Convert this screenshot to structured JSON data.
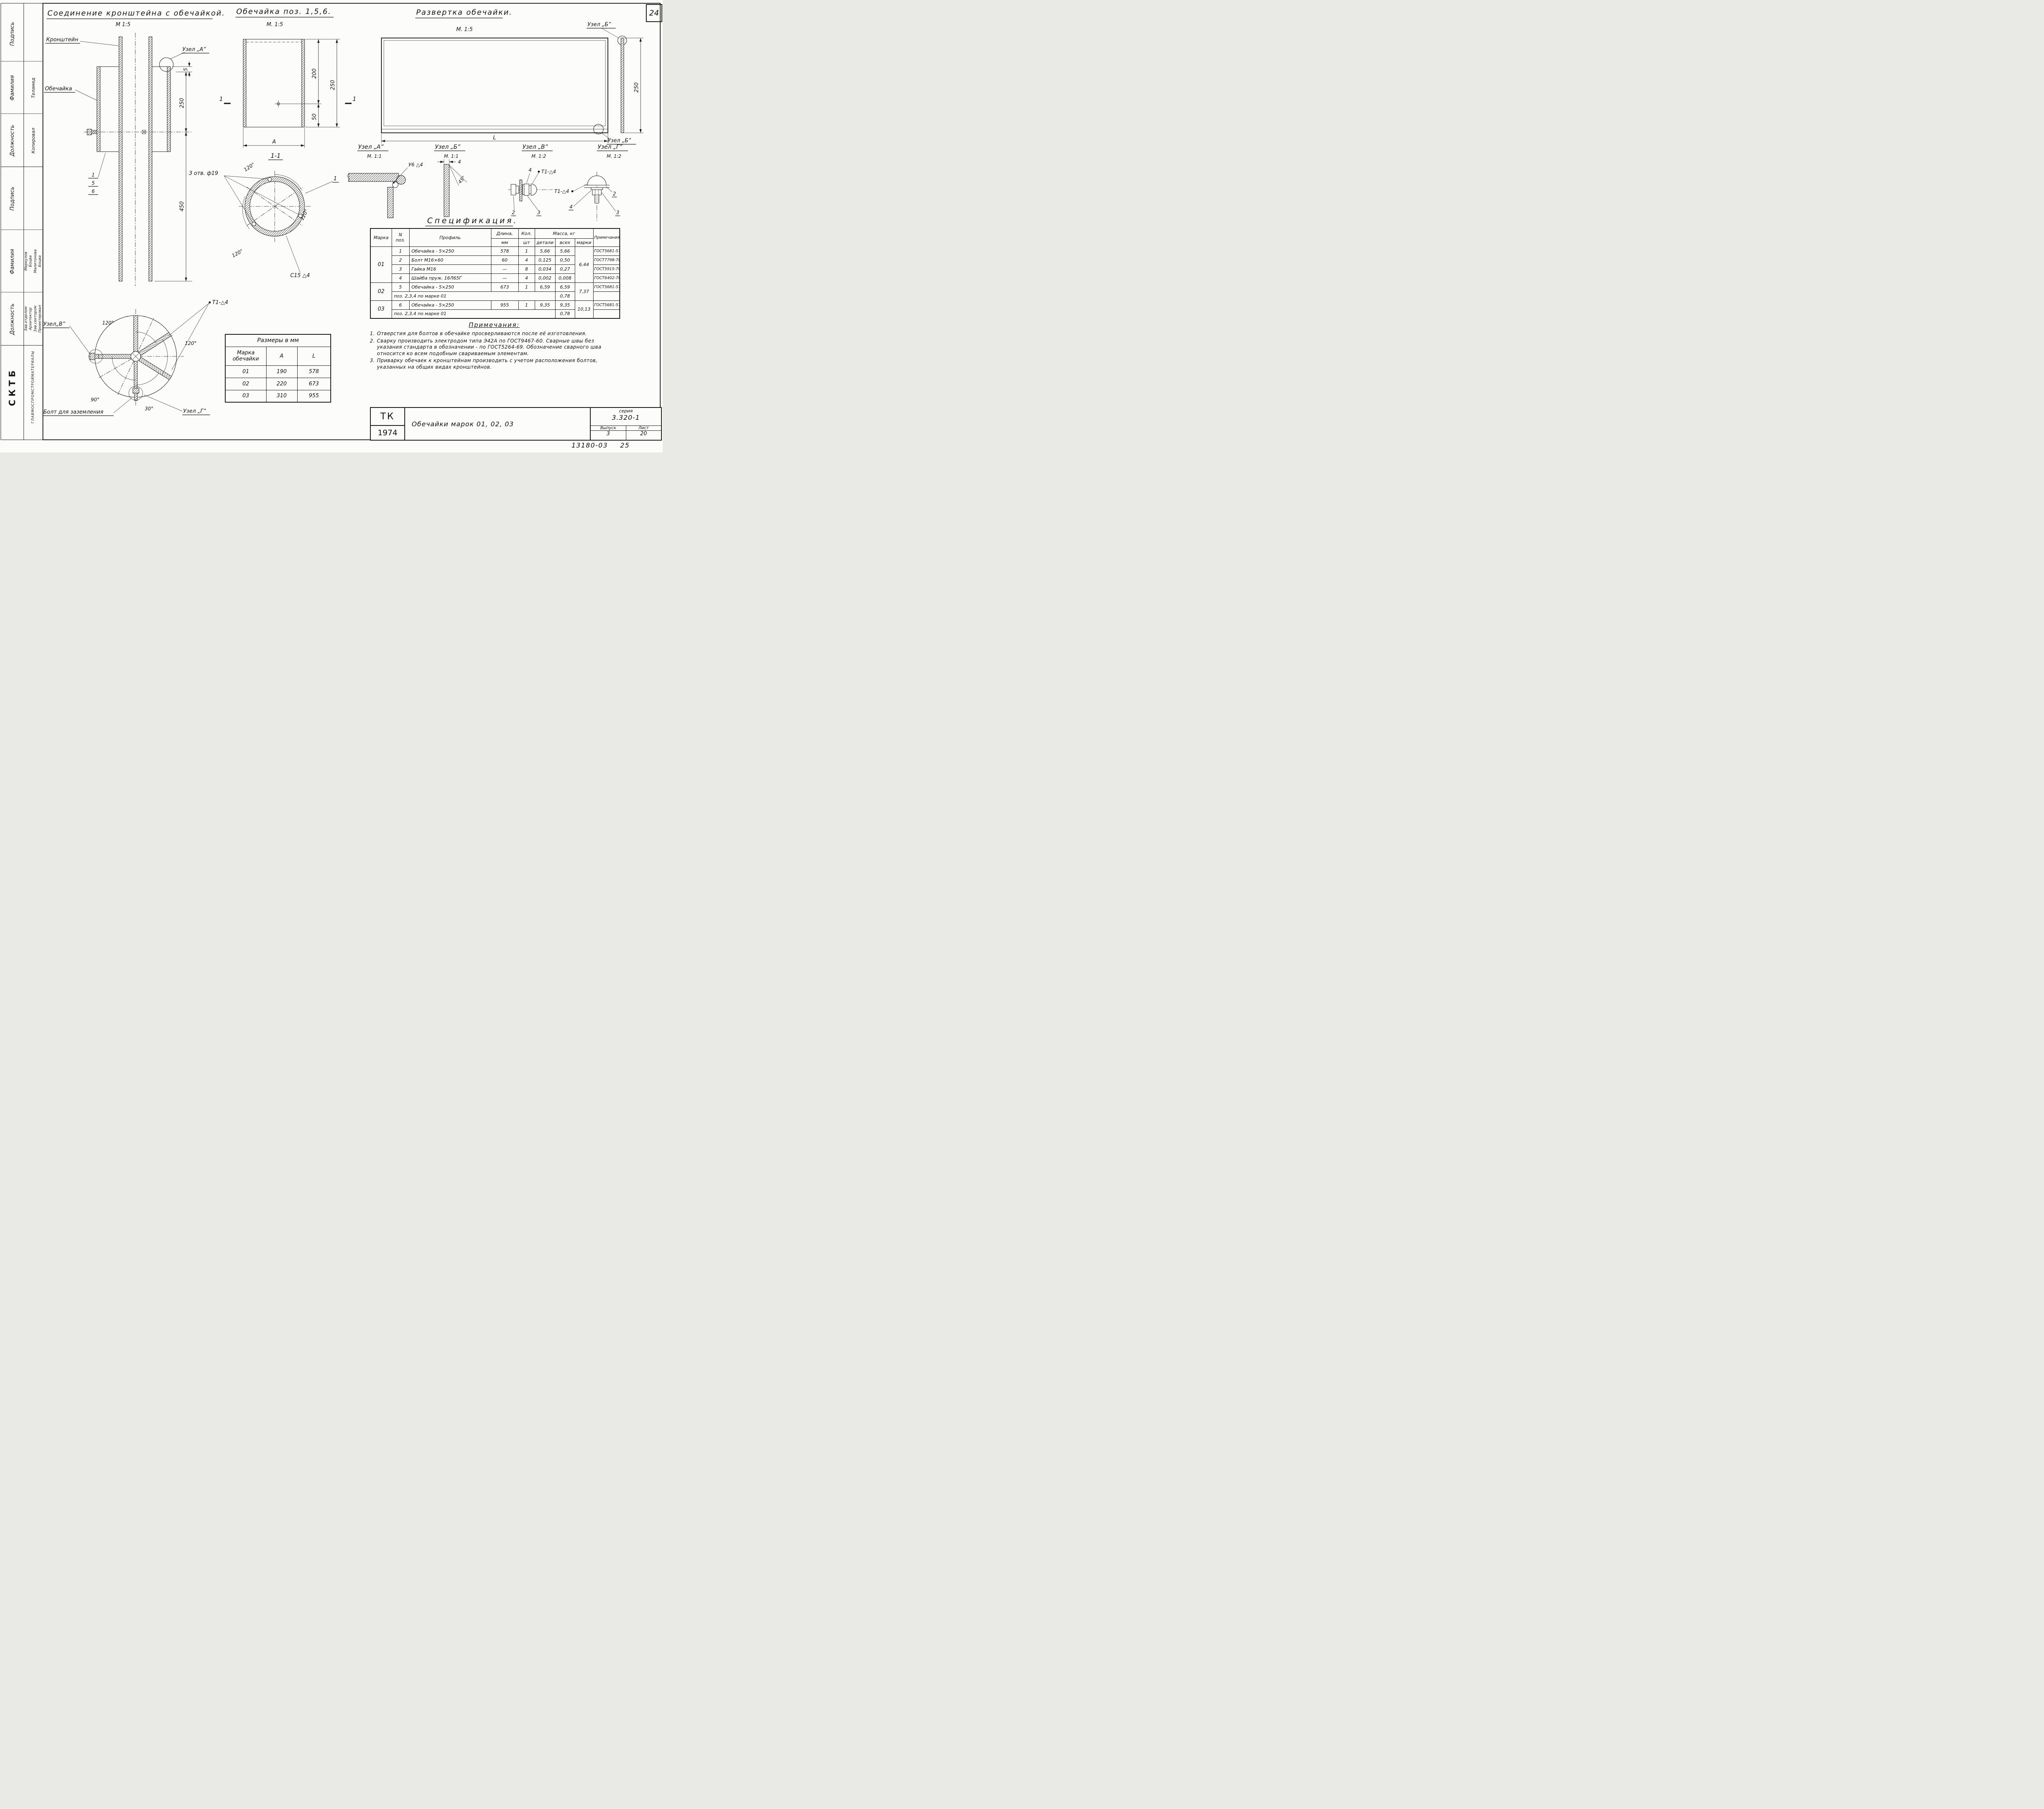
{
  "page": {
    "number": "24",
    "doc1": "13180-03",
    "doc2": "25"
  },
  "art": {
    "d1": {
      "title": "Соединение  кронштейна  с  обечайкой.",
      "scale": "М 1:5",
      "bracket": "Кронштейн",
      "shell": "Обечайка",
      "node_a": "Узел „А”",
      "dim_5": "5",
      "dim_250": "250",
      "dim_450": "450",
      "pos_1": "1",
      "pos_5": "5",
      "pos_6": "6"
    },
    "d2": {
      "title": "Обечайка  поз. 1,5,6.",
      "scale": "М. 1:5",
      "dim_200": "200",
      "dim_250": "250",
      "dim_50": "50",
      "dim_a": "А",
      "sec": "1"
    },
    "s11": {
      "title": "1-1",
      "holes": "3 отв. ф19",
      "deg120": "120°",
      "callout_1": "1",
      "chamfer": "С15  △4"
    },
    "d3": {
      "title": "Развертка   обечайки.",
      "scale": "М. 1:5",
      "node_b": "Узел „Б”",
      "dim_l": "L",
      "dim_250": "250"
    },
    "na": {
      "title": "Узел „А”",
      "scale": "М. 1:1",
      "weld": "У6 △4"
    },
    "nb": {
      "title": "Узел „Б”",
      "scale": "М. 1:1",
      "dim_4": "4",
      "angle": "45°"
    },
    "nv": {
      "title": "Узел „В”",
      "scale": "М. 1:2",
      "dim_4": "4",
      "weld": "Т1-△4",
      "c2": "2",
      "c3": "3"
    },
    "ng": {
      "title": "Узел „Г”",
      "scale": "М. 1:2",
      "weld": "Т1-△4",
      "c2": "2",
      "c3": "3",
      "c4": "4"
    },
    "bv": {
      "node_v": "Узел„В”",
      "weld": "Т1-△4",
      "deg120": "120°",
      "deg90": "90°",
      "deg30": "30°",
      "ground": "Болт для заземления",
      "node_g": "Узел „Г”"
    }
  },
  "spec": {
    "title": "Спецификация.",
    "h": {
      "mark": "Марка",
      "n": "N",
      "pos": "поз.",
      "profile": "Профиль",
      "len1": "Длина,",
      "len2": "мм",
      "qty1": "Кол.",
      "qty2": "шт",
      "mass": "Масса,  кг",
      "det": "детали",
      "all": "всех",
      "marks": "марки",
      "notes": "Примечания"
    },
    "m": {
      "m01": "01",
      "m02": "02",
      "m03": "03",
      "w01": "6,44",
      "w02": "7,37",
      "w03": "10,13"
    },
    "rows": [
      {
        "pos": "1",
        "profile": "Обечайка - 5×250",
        "len": "578",
        "qty": "1",
        "det": "5,66",
        "all": "5,66",
        "note": "ГОСТ5681-57"
      },
      {
        "pos": "2",
        "profile": "Болт  М16×60",
        "len": "60",
        "qty": "4",
        "det": "0,125",
        "all": "0,50",
        "note": "ГОСТ7798-70"
      },
      {
        "pos": "3",
        "profile": "Гайка  М16",
        "len": "—",
        "qty": "8",
        "det": "0,034",
        "all": "0,27",
        "note": "ГОСТ5915-70"
      },
      {
        "pos": "4",
        "profile": "Шайба пруж. 16Л65Г",
        "len": "—",
        "qty": "4",
        "det": "0,002",
        "all": "0,008",
        "note": "ГОСТ6402-70"
      },
      {
        "pos": "5",
        "profile": "Обечайка - 5×250",
        "len": "673",
        "qty": "1",
        "det": "6,59",
        "all": "6,59",
        "note": "ГОСТ5681-57"
      },
      {
        "merged": "поз. 2,3,4  по  марке  01",
        "all": "0,78"
      },
      {
        "pos": "6",
        "profile": "Обечайка - 5×250",
        "len": "955",
        "qty": "1",
        "det": "9,35",
        "all": "9,35",
        "note": "ГОСТ5681-57"
      },
      {
        "merged": "поз. 2,3,4  по  марке  01",
        "all": "0,78"
      }
    ]
  },
  "notes": {
    "title": "Примечания:",
    "items": [
      {
        "n": "1.",
        "t": "Отверстия для болтов в обечайке просверливаются после её изготовления."
      },
      {
        "n": "2.",
        "t": "Сварку производить электродом типа Э42А по ГОСТ9467-60. Сварные швы без указания стандарта в обозначении - по ГОСТ5264-69. Обозначение сварного шва относится ко всем подобным свариваемым элементам."
      },
      {
        "n": "3.",
        "t": "Приварку обечаек к кронштейнам производить с учетом расположения болтов, указанных на общих видах кронштейнов."
      }
    ]
  },
  "sizes": {
    "title": "Размеры в мм",
    "mark1": "Марка",
    "mark2": "обечайки",
    "col_a": "А",
    "col_l": "L",
    "rows": [
      [
        "01",
        "190",
        "578"
      ],
      [
        "02",
        "220",
        "673"
      ],
      [
        "03",
        "310",
        "955"
      ]
    ]
  },
  "tb": {
    "tk": "ТК",
    "year": "1974",
    "title": "Обечайки  марок  01, 02, 03",
    "series_label": "серия",
    "series": "3.320-1",
    "issue_label": "Выпуск",
    "issue": "3",
    "sheet_label": "Лист",
    "sheet": "20"
  },
  "sidebar": {
    "sign": "Подпись",
    "family": "Фамилия",
    "role": "Должность",
    "copied": "Копировал",
    "copier": "Теламед",
    "names": [
      "Меркулов",
      "Боцва",
      "Малитонова",
      "Боцва"
    ],
    "roles": [
      "Зав.отделом",
      "Архитектор",
      "Зав.сектором",
      "Проектировал"
    ],
    "org": "СКТБ",
    "org2": "ГЛАВМОСПРОМСТРОЙМАТЕРИАЛЫ"
  }
}
